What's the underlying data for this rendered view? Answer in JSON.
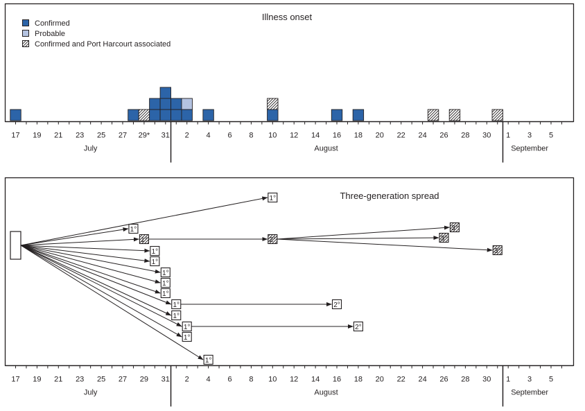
{
  "chart_data": [
    {
      "type": "bar",
      "title": "Illness onset",
      "legend": [
        {
          "key": "confirmed",
          "label": "Confirmed",
          "color": "#2c64a8"
        },
        {
          "key": "probable",
          "label": "Probable",
          "color": "#b4c3e1"
        },
        {
          "key": "port_harcourt",
          "label": "Confirmed and Port Harcourt associated",
          "color": "hatched"
        }
      ],
      "legend_position": "top-left",
      "stacked": true,
      "columns": [
        {
          "date": "2014-07-17",
          "cases": [
            "confirmed"
          ]
        },
        {
          "date": "2014-07-28",
          "cases": [
            "confirmed"
          ]
        },
        {
          "date": "2014-07-29",
          "cases": [
            "port_harcourt"
          ]
        },
        {
          "date": "2014-07-30",
          "cases": [
            "confirmed",
            "confirmed"
          ]
        },
        {
          "date": "2014-07-31",
          "cases": [
            "confirmed",
            "confirmed",
            "confirmed"
          ]
        },
        {
          "date": "2014-08-01",
          "cases": [
            "confirmed",
            "confirmed"
          ]
        },
        {
          "date": "2014-08-02",
          "cases": [
            "confirmed",
            "probable"
          ]
        },
        {
          "date": "2014-08-04",
          "cases": [
            "confirmed"
          ]
        },
        {
          "date": "2014-08-10",
          "cases": [
            "confirmed",
            "port_harcourt"
          ]
        },
        {
          "date": "2014-08-16",
          "cases": [
            "confirmed"
          ]
        },
        {
          "date": "2014-08-18",
          "cases": [
            "confirmed"
          ]
        },
        {
          "date": "2014-08-25",
          "cases": [
            "port_harcourt"
          ]
        },
        {
          "date": "2014-08-27",
          "cases": [
            "port_harcourt"
          ]
        },
        {
          "date": "2014-08-31",
          "cases": [
            "port_harcourt"
          ]
        }
      ]
    },
    {
      "type": "diagram",
      "title": "Three-generation spread",
      "index_case": {
        "date": "2014-07-17"
      },
      "nodes": [
        {
          "id": "a",
          "label": "1°",
          "date": "2014-08-10",
          "hatched": false
        },
        {
          "id": "b",
          "label": "1°",
          "date": "2014-07-28",
          "hatched": false
        },
        {
          "id": "c",
          "label": "1°",
          "date": "2014-07-29",
          "hatched": true
        },
        {
          "id": "d",
          "label": "2°",
          "date": "2014-08-10",
          "hatched": true
        },
        {
          "id": "e",
          "label": "1°",
          "date": "2014-07-30",
          "hatched": false
        },
        {
          "id": "f",
          "label": "1°",
          "date": "2014-07-30",
          "hatched": false
        },
        {
          "id": "g",
          "label": "1°",
          "date": "2014-07-31",
          "hatched": false
        },
        {
          "id": "h",
          "label": "1°",
          "date": "2014-07-31",
          "hatched": false
        },
        {
          "id": "i",
          "label": "1°",
          "date": "2014-07-31",
          "hatched": false
        },
        {
          "id": "j",
          "label": "1°",
          "date": "2014-08-01",
          "hatched": false
        },
        {
          "id": "k",
          "label": "2°",
          "date": "2014-08-16",
          "hatched": false
        },
        {
          "id": "l",
          "label": "1°",
          "date": "2014-08-01",
          "hatched": false
        },
        {
          "id": "m",
          "label": "1°",
          "date": "2014-08-02",
          "hatched": false
        },
        {
          "id": "n",
          "label": "2°",
          "date": "2014-08-18",
          "hatched": false
        },
        {
          "id": "o",
          "label": "1°",
          "date": "2014-08-02",
          "hatched": false
        },
        {
          "id": "p",
          "label": "1°",
          "date": "2014-08-04",
          "hatched": false
        },
        {
          "id": "q",
          "label": "3°",
          "date": "2014-08-27",
          "hatched": true
        },
        {
          "id": "r",
          "label": "3°",
          "date": "2014-08-26",
          "hatched": true
        },
        {
          "id": "s",
          "label": "3°",
          "date": "2014-08-31",
          "hatched": true
        }
      ],
      "edges": [
        {
          "from": "index",
          "to": "a"
        },
        {
          "from": "index",
          "to": "b"
        },
        {
          "from": "index",
          "to": "c"
        },
        {
          "from": "index",
          "to": "e"
        },
        {
          "from": "index",
          "to": "f"
        },
        {
          "from": "index",
          "to": "g"
        },
        {
          "from": "index",
          "to": "h"
        },
        {
          "from": "index",
          "to": "i"
        },
        {
          "from": "index",
          "to": "j"
        },
        {
          "from": "index",
          "to": "l"
        },
        {
          "from": "index",
          "to": "m"
        },
        {
          "from": "index",
          "to": "o"
        },
        {
          "from": "index",
          "to": "p"
        },
        {
          "from": "c",
          "to": "d"
        },
        {
          "from": "j",
          "to": "k"
        },
        {
          "from": "m",
          "to": "n"
        },
        {
          "from": "d",
          "to": "q"
        },
        {
          "from": "d",
          "to": "r"
        },
        {
          "from": "d",
          "to": "s"
        }
      ]
    }
  ],
  "x_axis": {
    "range": [
      "2014-07-17",
      "2014-09-06"
    ],
    "tick_labels": [
      {
        "date": "2014-07-17",
        "label": "17"
      },
      {
        "date": "2014-07-19",
        "label": "19"
      },
      {
        "date": "2014-07-21",
        "label": "21"
      },
      {
        "date": "2014-07-23",
        "label": "23"
      },
      {
        "date": "2014-07-25",
        "label": "25"
      },
      {
        "date": "2014-07-27",
        "label": "27"
      },
      {
        "date": "2014-07-29",
        "label": "29"
      },
      {
        "date": "2014-07-31",
        "label": "31"
      },
      {
        "date": "2014-08-02",
        "label": "2"
      },
      {
        "date": "2014-08-04",
        "label": "4"
      },
      {
        "date": "2014-08-06",
        "label": "6"
      },
      {
        "date": "2014-08-08",
        "label": "8"
      },
      {
        "date": "2014-08-10",
        "label": "10"
      },
      {
        "date": "2014-08-12",
        "label": "12"
      },
      {
        "date": "2014-08-14",
        "label": "14"
      },
      {
        "date": "2014-08-16",
        "label": "16"
      },
      {
        "date": "2014-08-18",
        "label": "18"
      },
      {
        "date": "2014-08-20",
        "label": "20"
      },
      {
        "date": "2014-08-22",
        "label": "22"
      },
      {
        "date": "2014-08-24",
        "label": "24"
      },
      {
        "date": "2014-08-26",
        "label": "26"
      },
      {
        "date": "2014-08-28",
        "label": "28"
      },
      {
        "date": "2014-08-30",
        "label": "30"
      },
      {
        "date": "2014-09-01",
        "label": "1"
      },
      {
        "date": "2014-09-03",
        "label": "3"
      },
      {
        "date": "2014-09-05",
        "label": "5"
      }
    ],
    "asterisk_label": {
      "top_only": true,
      "date": "2014-07-29",
      "label": "29*"
    },
    "months": [
      {
        "label": "July",
        "date": "2014-07-24"
      },
      {
        "label": "August",
        "date": "2014-08-15"
      },
      {
        "label": "September",
        "date": "2014-09-03"
      }
    ],
    "month_boundaries": [
      "2014-08-01",
      "2014-09-01"
    ]
  }
}
